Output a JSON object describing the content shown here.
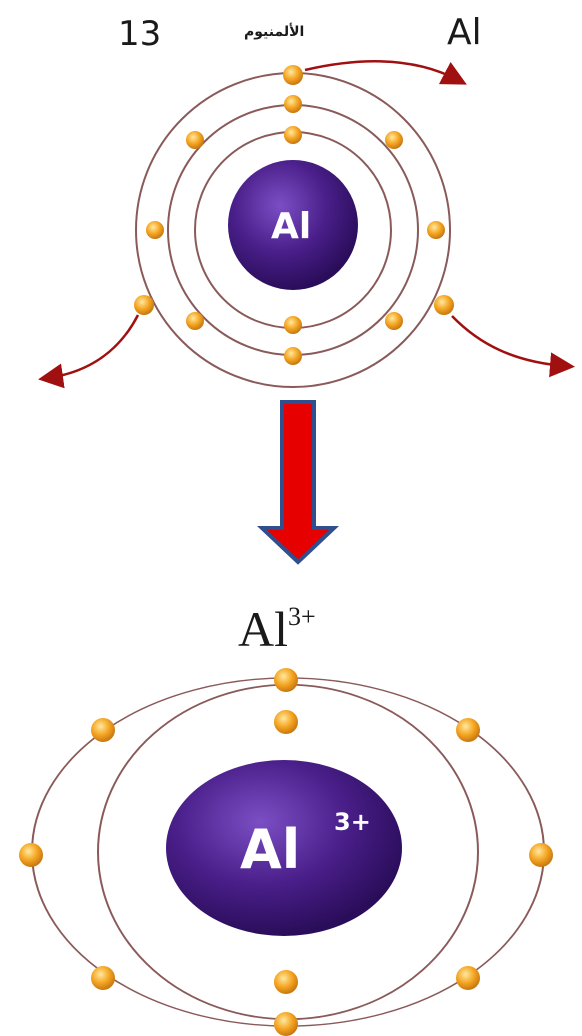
{
  "atom": {
    "atomic_number": "13",
    "name_arabic": "الألمنيوم",
    "symbol": "Al",
    "nucleus_label": "Al",
    "shells": [
      2,
      8,
      3
    ]
  },
  "ion": {
    "symbol": "Al",
    "charge": "3+",
    "nucleus_symbol": "Al",
    "nucleus_charge": "3+",
    "shells": [
      2,
      8
    ]
  },
  "colors": {
    "nucleus": "#4a1f8a",
    "electron": "#f5a623",
    "orbit": "#8a5a5a",
    "arrow_main": "#e60000",
    "arrow_border": "#2f4f8f",
    "emission_arrow": "#a01010"
  }
}
